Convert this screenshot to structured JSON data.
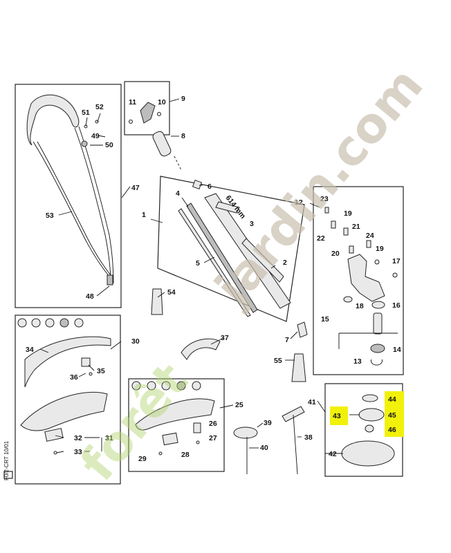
{
  "labels": {
    "n1": "1",
    "n2": "2",
    "n3": "3",
    "n4": "4",
    "n5": "5",
    "n6": "6",
    "n7": "7",
    "n8": "8",
    "n9": "9",
    "n10": "10",
    "n11": "11",
    "n12": "12",
    "n13": "13",
    "n14": "14",
    "n15": "15",
    "n16": "16",
    "n17": "17",
    "n18": "18",
    "n19a": "19",
    "n19b": "19",
    "n20": "20",
    "n21": "21",
    "n22": "22",
    "n23": "23",
    "n24": "24",
    "n25": "25",
    "n26": "26",
    "n27": "27",
    "n28": "28",
    "n29": "29",
    "n30": "30",
    "n31": "31",
    "n32": "32",
    "n33": "33",
    "n34": "34",
    "n35": "35",
    "n36": "36",
    "n37": "37",
    "n38": "38",
    "n39": "39",
    "n40": "40",
    "n41": "41",
    "n42": "42",
    "n43": "43",
    "n44": "44",
    "n45": "45",
    "n46": "46",
    "n47": "47",
    "n48": "48",
    "n49": "49",
    "n50": "50",
    "n51": "51",
    "n52": "52",
    "n53": "53",
    "n54": "54",
    "n55": "55"
  },
  "shaft_length": "614 mm",
  "side_code": "F0/2-CRT 10/01",
  "watermark_green": "forêt",
  "watermark_grey": "jardin.com",
  "colors": {
    "highlight": "#f1f10b",
    "watermark_green": "#b3d46f",
    "watermark_grey": "#c9bfae"
  }
}
